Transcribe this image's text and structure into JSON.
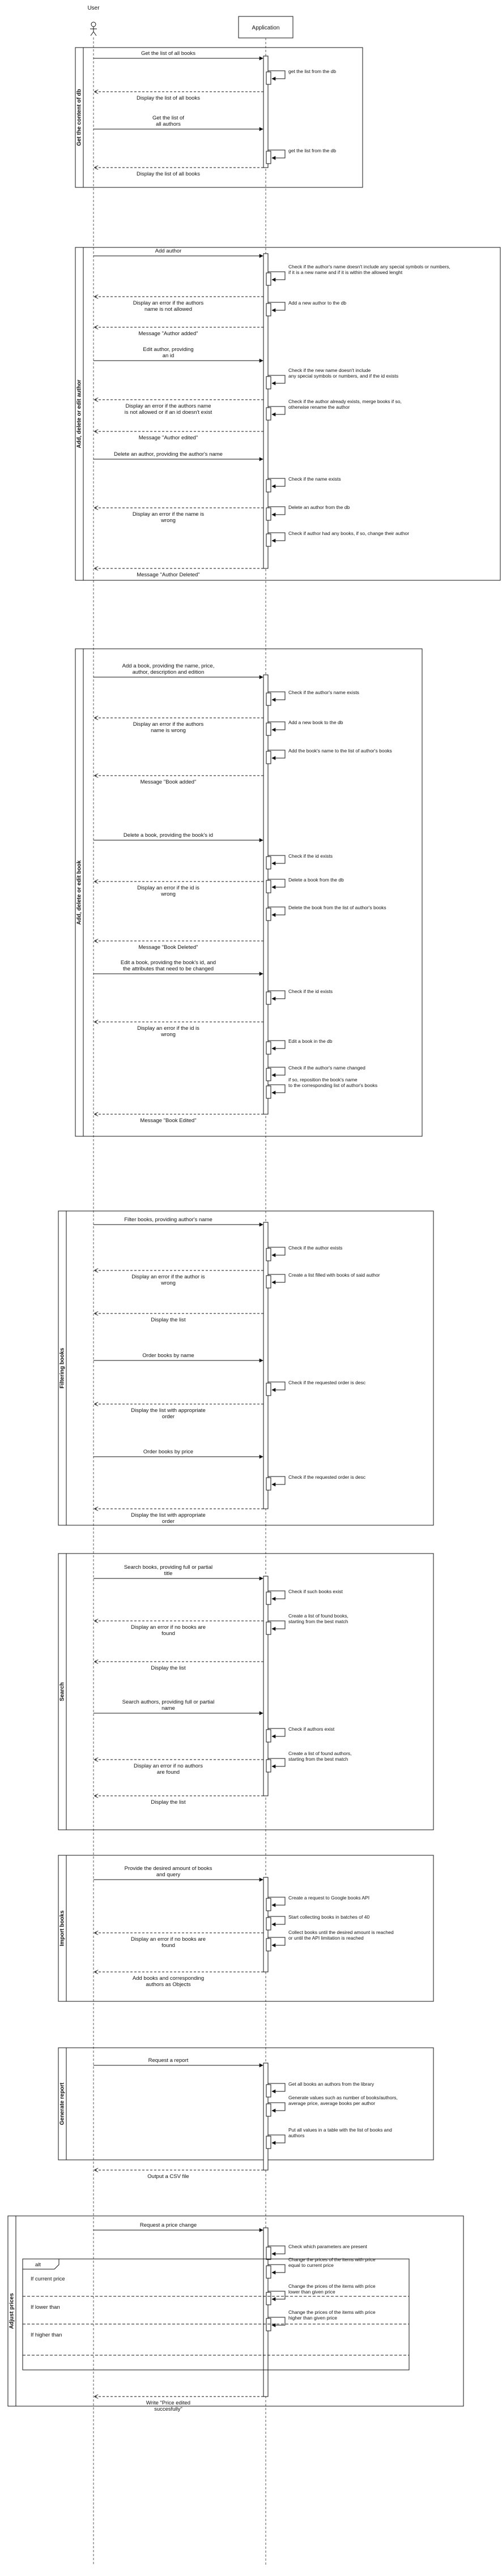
{
  "participants": {
    "user": "User",
    "application": "Application"
  },
  "frames": [
    {
      "title": "Get the content of db",
      "messages": [
        {
          "type": "request",
          "text": [
            "Get the list of all books"
          ]
        },
        {
          "type": "self",
          "text": [
            "get the list from the db"
          ]
        },
        {
          "type": "reply",
          "text": [
            "Display the list of all books"
          ]
        },
        {
          "type": "request",
          "text": [
            "Get the list of",
            "all authors"
          ]
        },
        {
          "type": "self",
          "text": [
            "get the list from the db"
          ]
        },
        {
          "type": "reply",
          "text": [
            "Display the list of all books"
          ]
        }
      ]
    },
    {
      "title": "Add, delete or edit author",
      "messages": [
        {
          "type": "request",
          "text": [
            "Add author"
          ]
        },
        {
          "type": "self",
          "text": [
            "Check if the author's name doesn't include any special symbols or numbers,",
            "if it is a new name and if it is within the allowed lenght"
          ]
        },
        {
          "type": "reply",
          "text": [
            "Display an error if the authors",
            "name is not allowed"
          ]
        },
        {
          "type": "self",
          "text": [
            "Add a new author to the db"
          ]
        },
        {
          "type": "reply",
          "text": [
            "Message \"Author added\""
          ]
        },
        {
          "type": "request",
          "text": [
            "Edit author, providing",
            "an id"
          ]
        },
        {
          "type": "self",
          "text": [
            "Check if the new name doesn't include",
            "any special symbols or numbers, and if the id exists"
          ]
        },
        {
          "type": "reply",
          "text": [
            "Display an error if the authors name",
            "is not allowed or if an id doesn't exist"
          ]
        },
        {
          "type": "self",
          "text": [
            "Check if the author already exists, merge books if so,",
            "otherwise rename the author"
          ]
        },
        {
          "type": "reply",
          "text": [
            "Message \"Author edited\""
          ]
        },
        {
          "type": "request",
          "text": [
            "Delete an author, providing the author's name"
          ]
        },
        {
          "type": "self",
          "text": [
            "Check if the name exists"
          ]
        },
        {
          "type": "reply",
          "text": [
            "Display an error if the name is",
            "wrong"
          ]
        },
        {
          "type": "self",
          "text": [
            "Delete an author from the db"
          ]
        },
        {
          "type": "self",
          "text": [
            "Check if author had any books, if so, change their author"
          ]
        },
        {
          "type": "reply",
          "text": [
            "Message \"Author Deleted\""
          ]
        }
      ]
    },
    {
      "title": "Add, delete or edit book",
      "messages": [
        {
          "type": "request",
          "text": [
            "Add a book, providing the name, price,",
            "author, description and edition"
          ]
        },
        {
          "type": "self",
          "text": [
            "Check if the author's name exists"
          ]
        },
        {
          "type": "reply",
          "text": [
            "Display an error if the authors",
            "name is wrong"
          ]
        },
        {
          "type": "self",
          "text": [
            "Add a new book to the db"
          ]
        },
        {
          "type": "self",
          "text": [
            "Add the book's name to the list of author's books"
          ]
        },
        {
          "type": "reply",
          "text": [
            "Message \"Book added\""
          ]
        },
        {
          "type": "request",
          "text": [
            "Delete a book, providing the book's id"
          ]
        },
        {
          "type": "self",
          "text": [
            "Check if the id exists"
          ]
        },
        {
          "type": "reply",
          "text": [
            "Display an error if the id is",
            "wrong"
          ]
        },
        {
          "type": "self",
          "text": [
            "Delete a book from the db"
          ]
        },
        {
          "type": "self",
          "text": [
            "Delete the book from the list of author's books"
          ]
        },
        {
          "type": "reply",
          "text": [
            "Message \"Book Deleted\""
          ]
        },
        {
          "type": "request",
          "text": [
            "Edit a book, providing the book's id, and",
            "the attributes that need to be changed"
          ]
        },
        {
          "type": "self",
          "text": [
            "Check if the id exists"
          ]
        },
        {
          "type": "reply",
          "text": [
            "Display an error if the id is",
            "wrong"
          ]
        },
        {
          "type": "self",
          "text": [
            "Edit a book in the db"
          ]
        },
        {
          "type": "self",
          "text": [
            "Check if the author's name changed"
          ]
        },
        {
          "type": "self",
          "text": [
            "if so, reposition the book's name",
            "to the corresponding list of author's books"
          ]
        },
        {
          "type": "reply",
          "text": [
            "Message \"Book Edited\""
          ]
        }
      ]
    },
    {
      "title": "Filtering books",
      "messages": [
        {
          "type": "request",
          "text": [
            "Filter books, providing author's name"
          ]
        },
        {
          "type": "self",
          "text": [
            "Check if the author exists"
          ]
        },
        {
          "type": "reply",
          "text": [
            "Display an error if the author is",
            "wrong"
          ]
        },
        {
          "type": "self",
          "text": [
            "Create a list filled with books of said author"
          ]
        },
        {
          "type": "reply",
          "text": [
            "Display the list"
          ]
        },
        {
          "type": "request",
          "text": [
            "Order books by name"
          ]
        },
        {
          "type": "self",
          "text": [
            "Check if the requested order is desc"
          ]
        },
        {
          "type": "reply",
          "text": [
            "Display the list with appropriate",
            "order"
          ]
        },
        {
          "type": "request",
          "text": [
            "Order books by price"
          ]
        },
        {
          "type": "self",
          "text": [
            "Check if the requested order is desc"
          ]
        },
        {
          "type": "reply",
          "text": [
            "Display the list with appropriate",
            "order"
          ]
        }
      ]
    },
    {
      "title": "Search",
      "messages": [
        {
          "type": "request",
          "text": [
            "Search books, providing full or partial",
            "title"
          ]
        },
        {
          "type": "self",
          "text": [
            "Check if such books exist"
          ]
        },
        {
          "type": "reply",
          "text": [
            "Display an error if no books are",
            "found"
          ]
        },
        {
          "type": "self",
          "text": [
            "Create a list of found books,",
            "starting from the best match"
          ]
        },
        {
          "type": "reply",
          "text": [
            "Display the list"
          ]
        },
        {
          "type": "request",
          "text": [
            "Search authors, providing full or partial",
            "name"
          ]
        },
        {
          "type": "self",
          "text": [
            "Check if authors exist"
          ]
        },
        {
          "type": "reply",
          "text": [
            "Display an error if no authors",
            "are found"
          ]
        },
        {
          "type": "self",
          "text": [
            "Create a list of found authors,",
            "starting from the best match"
          ]
        },
        {
          "type": "reply",
          "text": [
            "Display the list"
          ]
        }
      ]
    },
    {
      "title": "Import books",
      "messages": [
        {
          "type": "request",
          "text": [
            "Provide the desired amount of books",
            "and query"
          ]
        },
        {
          "type": "self",
          "text": [
            "Create a request to Google books API"
          ]
        },
        {
          "type": "self",
          "text": [
            "Start collecting books in batches of 40"
          ]
        },
        {
          "type": "reply",
          "text": [
            "Display an error if no books are",
            "found"
          ]
        },
        {
          "type": "self",
          "text": [
            "Collect books until the desired amount is reached",
            "or until the API limitation is reached"
          ]
        },
        {
          "type": "reply",
          "text": [
            "Add books and corresponding",
            "authors as Objects"
          ]
        }
      ]
    },
    {
      "title": "Generate report",
      "messages": [
        {
          "type": "request",
          "text": [
            "Request a report"
          ]
        },
        {
          "type": "self",
          "text": [
            "Get all books an authors from the library"
          ]
        },
        {
          "type": "self",
          "text": [
            "Generate values such as number of books/authors,",
            "average price, average books per author"
          ]
        },
        {
          "type": "self",
          "text": [
            "Put all values in a table with the list of books and",
            "authors"
          ]
        },
        {
          "type": "reply",
          "text": [
            "Output a CSV file"
          ]
        }
      ]
    },
    {
      "title": "Adjust prices",
      "alt_label": "alt",
      "messages": [
        {
          "type": "request",
          "text": [
            "Request a price change"
          ]
        },
        {
          "type": "self",
          "text": [
            "Check which parameters are present"
          ]
        },
        {
          "type": "self",
          "text": [
            "Change the prices of the items with price",
            "equal to current price"
          ]
        },
        {
          "type": "self",
          "text": [
            "Change the prices of the items with price",
            "lower than given price"
          ]
        },
        {
          "type": "self",
          "text": [
            "Change the prices of the items with price",
            "higher than given price"
          ]
        },
        {
          "type": "reply",
          "text": [
            "Write \"Price edited",
            "succesfully\""
          ]
        }
      ],
      "alt_conditions": [
        "If current price",
        "If lower than",
        "If higher than"
      ]
    }
  ]
}
